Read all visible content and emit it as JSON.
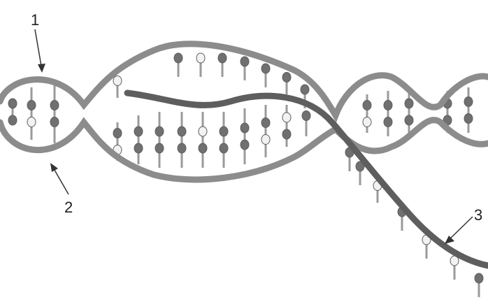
{
  "labels": {
    "one": "1",
    "two": "2",
    "three": "3"
  },
  "colors": {
    "strand": "#8c8c8c",
    "strand_edge": "#5e5e5e",
    "base_dark": "#707070",
    "base_light": "#f2f2f2",
    "stick": "#9a9a9a",
    "arrow": "#333333"
  }
}
